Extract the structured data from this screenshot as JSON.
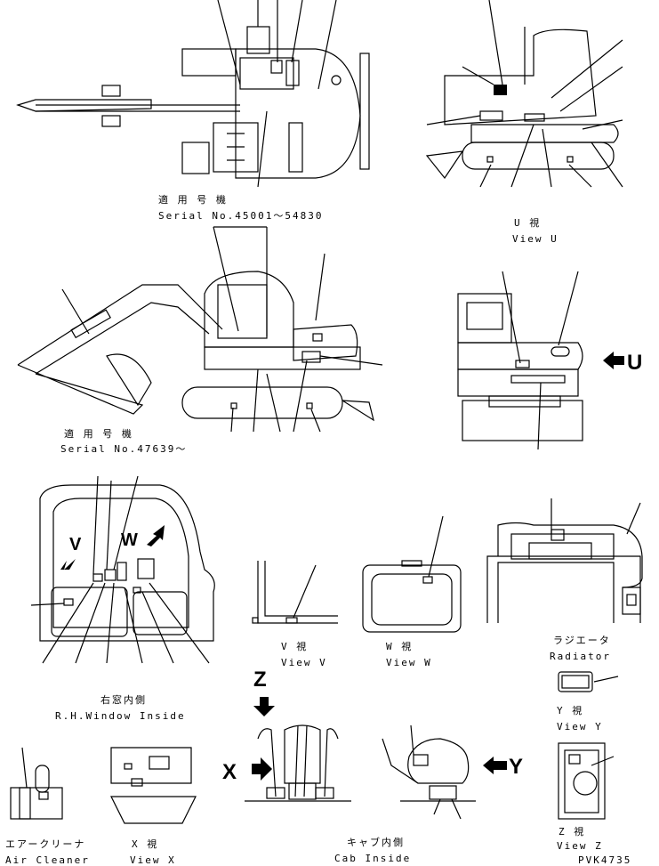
{
  "serial_top": {
    "jp": "適 用 号 機",
    "en": "Serial No.45001～54830"
  },
  "view_u": {
    "jp": "U  視",
    "en": "View U"
  },
  "arrow_u": "U",
  "serial_mid": {
    "jp": "適 用 号 機",
    "en": "Serial No.47639～"
  },
  "window_letters": {
    "v": "V",
    "w": "W"
  },
  "rh_window": {
    "jp": "右窓内側",
    "en": "R.H.Window Inside"
  },
  "view_v": {
    "jp": "V  視",
    "en": "View V"
  },
  "view_w": {
    "jp": "W  視",
    "en": "View W"
  },
  "radiator": {
    "jp": "ラジエータ",
    "en": "Radiator"
  },
  "view_y": {
    "jp": "Y  視",
    "en": "View Y"
  },
  "arrow_z": "Z",
  "arrow_x": "X",
  "arrow_y": "Y",
  "air_cleaner": {
    "jp": "エアークリーナ",
    "en": "Air Cleaner"
  },
  "view_x": {
    "jp": "X  視",
    "en": "View X"
  },
  "cab_inside": {
    "jp": "キャブ内側",
    "en": "Cab Inside"
  },
  "view_z": {
    "jp": "Z  視",
    "en": "View Z"
  },
  "drawing_code": "PVK4735"
}
